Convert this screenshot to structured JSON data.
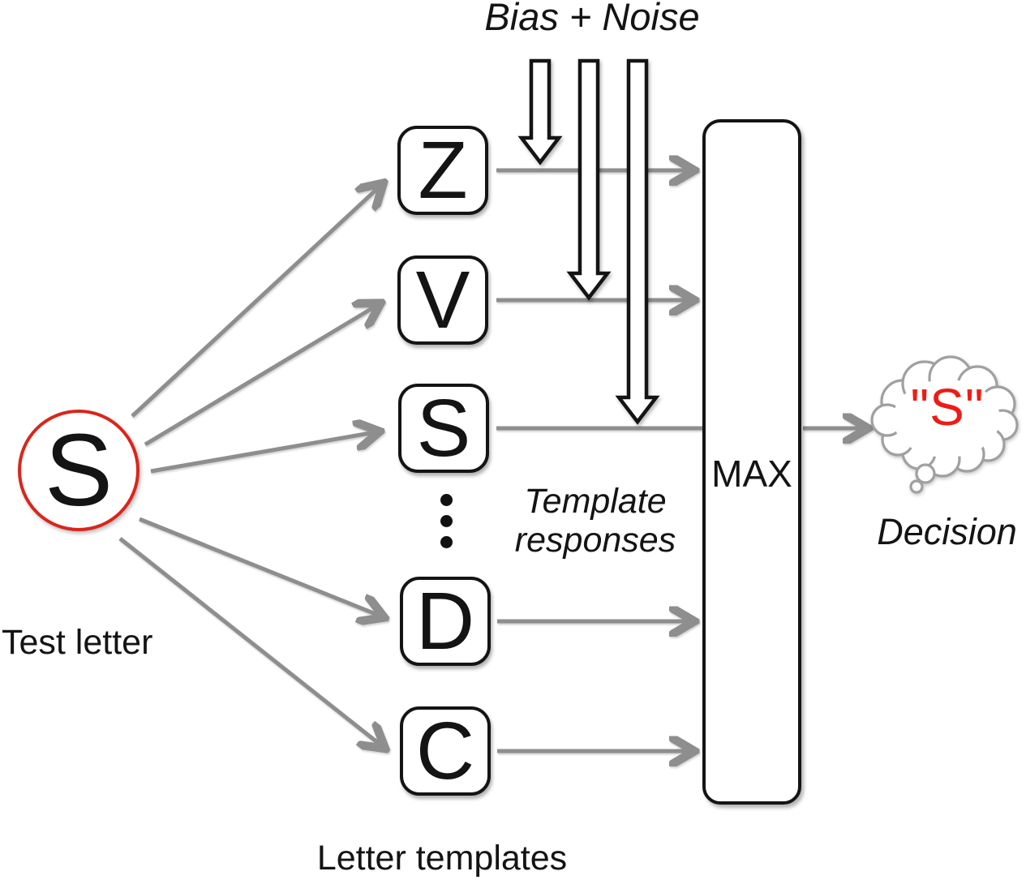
{
  "labels": {
    "bias_noise": "Bias + Noise",
    "template_responses": "Template responses"
  },
  "test_letter": {
    "letter": "S",
    "label": "Test letter"
  },
  "templates": {
    "letters": [
      "Z",
      "V",
      "S",
      "D",
      "C"
    ],
    "label": "Letter templates"
  },
  "max_label": "MAX",
  "decision": {
    "output": "\"S\"",
    "label": "Decision"
  },
  "icons": {
    "bias_noise_arrows": "hollow-down-arrow-icon",
    "flow_arrows": "gray-arrow-icon",
    "decision_bubble": "thought-cloud-icon",
    "ellipsis": "vertical-dots-icon"
  },
  "colors": {
    "test_letter_ring": "#d9261c",
    "decision_text": "#ed1c16",
    "arrow_gray": "#8e8e8e",
    "outline_black": "#141414",
    "cloud_outline": "#a0a0a0"
  }
}
